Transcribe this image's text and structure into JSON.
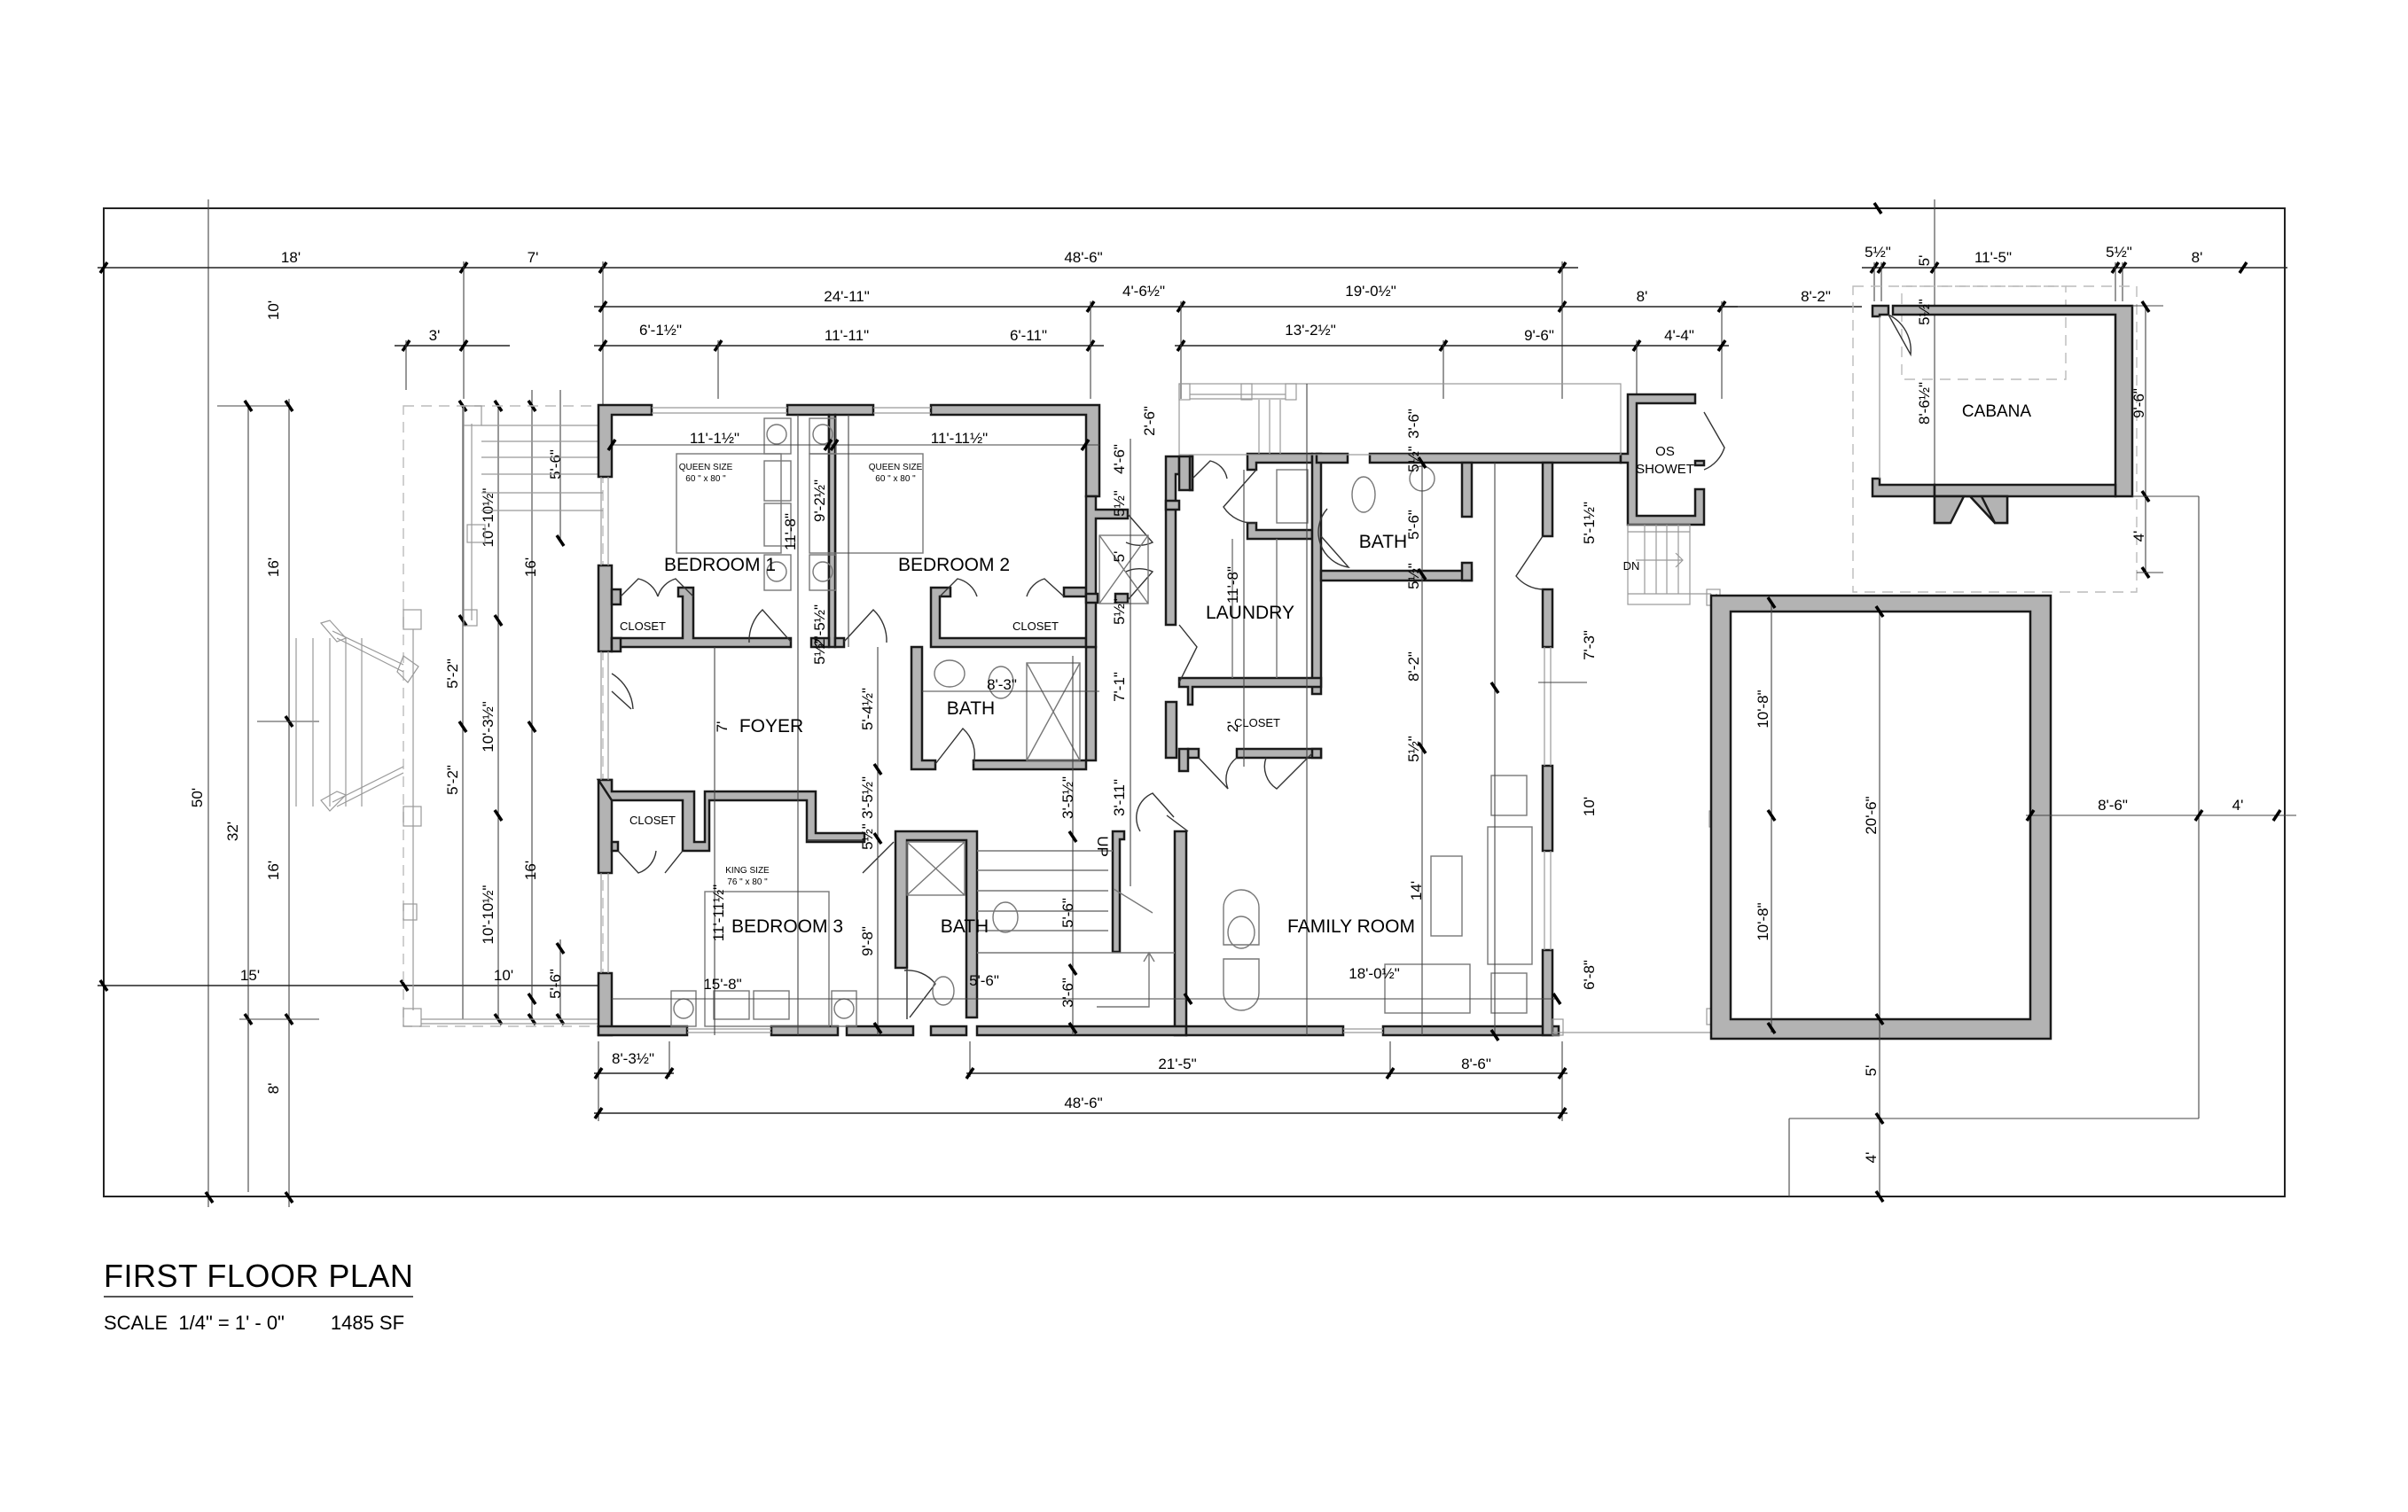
{
  "drawing": {
    "title": "FIRST FLOOR PLAN",
    "scale_label": "SCALE  1/4\" = 1' - 0\"",
    "area_label": "1485 SF"
  },
  "rooms": {
    "bedroom1": "BEDROOM 1",
    "bedroom2": "BEDROOM 2",
    "bedroom3": "BEDROOM 3",
    "closet_b1": "CLOSET",
    "closet_b2": "CLOSET",
    "closet_b3": "CLOSET",
    "closet_hall": "CLOSET",
    "foyer": "FOYER",
    "bath_1": "BATH",
    "bath_2": "BATH",
    "bath_3": "BATH",
    "laundry": "LAUNDRY",
    "family_room": "FAMILY ROOM",
    "os_shower_line1": "OS",
    "os_shower_line2": "SHOWET",
    "cabana": "CABANA"
  },
  "furniture": {
    "bed1_line1": "QUEEN SIZE",
    "bed1_line2": "60 \" x 80 \"",
    "bed2_line1": "QUEEN SIZE",
    "bed2_line2": "60 \" x 80 \"",
    "bed3_line1": "KING SIZE",
    "bed3_line2": "76 \" x 80 \""
  },
  "annotations": {
    "stair_up": "UP",
    "stair_down": "DN"
  },
  "dimensions": {
    "top": {
      "d18": "18'",
      "d7": "7'",
      "d48_6": "48'-6\"",
      "d24_11": "24'-11\"",
      "d4_6h": "4'-6½\"",
      "d19_0h": "19'-0½\"",
      "d8a": "8'",
      "d8_2": "8'-2\"",
      "d6_1h": "6'-1½\"",
      "d11_11": "11'-11\"",
      "d6_11": "6'-11\"",
      "d13_2h": "13'-2½\"",
      "d9_6": "9'-6\"",
      "d4_4": "4'-4\"",
      "d3": "3'",
      "d10": "10'",
      "c5h_a": "5½\"",
      "c5": "5'",
      "c11_5": "11'-5\"",
      "c5h_b": "5½\"",
      "c8": "8'"
    },
    "left": {
      "d50": "50'",
      "d32": "32'",
      "d16a": "16'",
      "d16b": "16'",
      "d8": "8'",
      "d15": "15'",
      "d10": "10'",
      "d16c": "16'",
      "d16d": "16'",
      "d10_10a": "10'-10½\"",
      "d10_3": "10'-3½\"",
      "d10_10b": "10'-10½\"",
      "d5_2a": "5'-2\"",
      "d5_2b": "5'-2\"",
      "d5_6a": "5'-6\"",
      "d5_6b": "5'-6\""
    },
    "interior": {
      "b1_w": "11'-1½\"",
      "b1_h": "11'-8\"",
      "b2_w": "11'-11½\"",
      "b2_h": "9'-2½\"",
      "b2_hall": "2'-5½\"",
      "b2_s1": "5½\"",
      "foyer_h": "7'",
      "foyer_54": "5'-4½\"",
      "foyer_35": "3'-5½\"",
      "b3_w": "15'-8\"",
      "b3_h": "11'-11½\"",
      "b3_98": "9'-8\"",
      "b3_5h": "5½\"",
      "bath1_w": "8'-3\"",
      "bath3_w": "5'-6\"",
      "stair_56": "5'-6\"",
      "stair_36": "3'-6\"",
      "stair_35": "3'-5½\"",
      "hall_46": "4'-6\"",
      "hall_26": "2'-6\"",
      "hall_5": "5'",
      "hall_71": "7'-1\"",
      "hall_311": "3'-11\"",
      "hall_5a": "5½\"",
      "hall_5b": "5½\"",
      "laundry_h": "11'-8\"",
      "closet_2": "2'",
      "bath2_36": "3'-6\"",
      "bath2_56": "5'-6\"",
      "bath2_5a": "5½\"",
      "bath2_5b": "5½\"",
      "fam_82": "8'-2\"",
      "fam_5h": "5½\"",
      "fam_14": "14'",
      "fam_18": "18'-0½\"",
      "r_51": "5'-1½\"",
      "r_73": "7'-3\"",
      "r_10": "10'",
      "r_68": "6'-8\"",
      "cab_5h": "5½\"",
      "cab_86": "8'-6½\"",
      "cab_96": "9'-6\"",
      "cab_4": "4'"
    },
    "bottom": {
      "d8_3h": "8'-3½\"",
      "d21_5": "21'-5\"",
      "d8_6": "8'-6\"",
      "d48_6": "48'-6\""
    },
    "pool": {
      "p10_8a": "10'-8\"",
      "p10_8b": "10'-8\"",
      "p20_6": "20'-6\"",
      "p8_6": "8'-6\"",
      "p4": "4'",
      "p5": "5'",
      "p4b": "4'"
    }
  }
}
